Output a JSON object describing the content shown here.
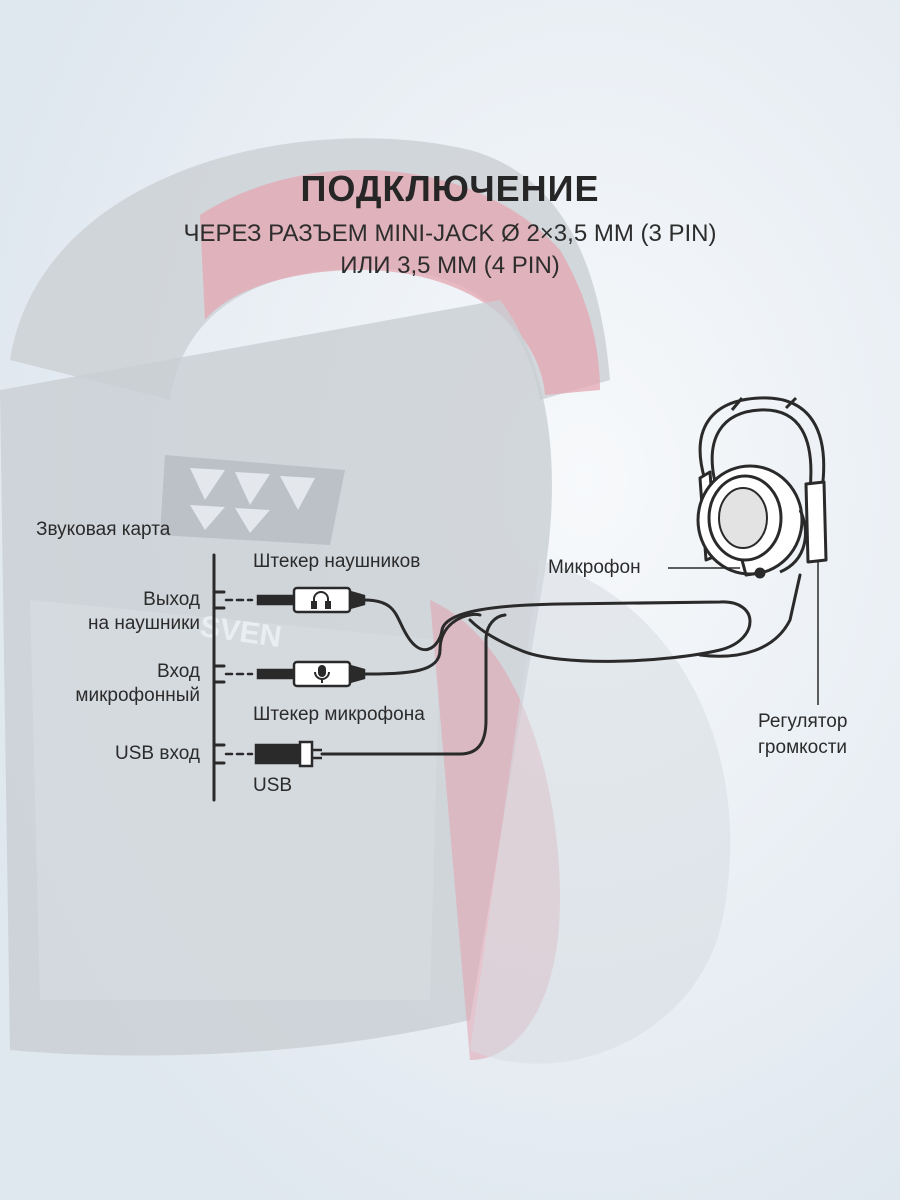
{
  "heading": {
    "title": "ПОДКЛЮЧЕНИЕ",
    "subtitle": "ЧЕРЕЗ РАЗЪЕМ MINI-JACK Ø 2×3,5 ММ (3 PIN)\nИЛИ 3,5 ММ (4 PIN)"
  },
  "sound_card": {
    "label": "Звуковая карта",
    "ports": [
      {
        "label": "Выход\nна наушники",
        "icon": "port-icon"
      },
      {
        "label": "Вход\nмикрофонный",
        "icon": "port-icon"
      },
      {
        "label": "USB вход",
        "icon": "port-icon"
      }
    ]
  },
  "plugs": {
    "headphone": {
      "label": "Штекер наушников",
      "icon": "headphone-icon"
    },
    "microphone": {
      "label": "Штекер микрофона",
      "icon": "microphone-icon"
    },
    "usb": {
      "label": "USB",
      "icon": "usb-plug-icon"
    }
  },
  "headset": {
    "microphone_label": "Микрофон",
    "volume_label": "Регулятор\nгромкости",
    "icon": "headset-icon"
  },
  "brand": {
    "logo_text": "SVEN"
  },
  "colors": {
    "background": "#e9eef4",
    "ghost_headset": "#cfd3d8",
    "ghost_accent": "#e3a7b2",
    "line": "#2a2a2a"
  }
}
